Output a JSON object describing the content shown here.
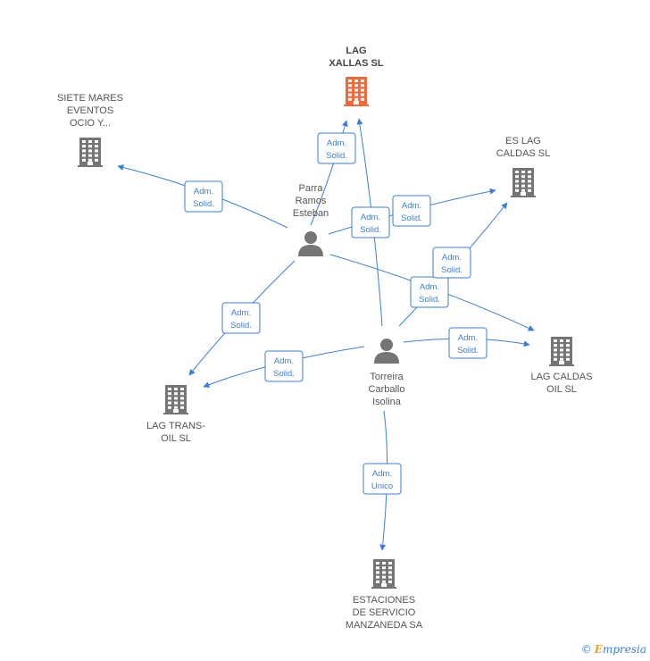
{
  "colors": {
    "company": "#757575",
    "main_company": "#f26a3a",
    "person": "#757575",
    "edge": "#3a7fd5"
  },
  "companies": [
    {
      "id": "lag_xallas",
      "label": [
        "LAG",
        "XALLAS SL"
      ],
      "main": true
    },
    {
      "id": "siete_mares",
      "label": [
        "SIETE MARES",
        "EVENTOS",
        "OCIO Y..."
      ]
    },
    {
      "id": "es_lag_caldas",
      "label": [
        "ES LAG",
        "CALDAS SL"
      ]
    },
    {
      "id": "lag_caldas_oil",
      "label": [
        "LAG CALDAS",
        "OIL SL"
      ]
    },
    {
      "id": "lag_trans_oil",
      "label": [
        "LAG TRANS-",
        "OIL SL"
      ]
    },
    {
      "id": "estaciones",
      "label": [
        "ESTACIONES",
        "DE SERVICIO",
        "MANZANEDA SA"
      ]
    }
  ],
  "persons": [
    {
      "id": "parra",
      "label": [
        "Parra",
        "Ramos",
        "Esteban"
      ]
    },
    {
      "id": "torreira",
      "label": [
        "Torreira",
        "Carballo",
        "Isolina"
      ]
    }
  ],
  "edges": [
    {
      "from": "parra",
      "to": "lag_xallas",
      "label": [
        "Adm.",
        "Solid."
      ]
    },
    {
      "from": "parra",
      "to": "siete_mares",
      "label": [
        "Adm.",
        "Solid."
      ]
    },
    {
      "from": "parra",
      "to": "es_lag_caldas",
      "label": [
        "Adm.",
        "Solid."
      ]
    },
    {
      "from": "parra",
      "to": "lag_caldas_oil",
      "label": [
        "Adm.",
        "Solid."
      ]
    },
    {
      "from": "parra",
      "to": "lag_trans_oil",
      "label": [
        "Adm.",
        "Solid."
      ]
    },
    {
      "from": "torreira",
      "to": "lag_xallas",
      "label": [
        "Adm.",
        "Solid."
      ]
    },
    {
      "from": "torreira",
      "to": "es_lag_caldas",
      "label": [
        "Adm.",
        "Solid."
      ]
    },
    {
      "from": "torreira",
      "to": "lag_caldas_oil",
      "label": [
        "Adm.",
        "Solid."
      ]
    },
    {
      "from": "torreira",
      "to": "lag_trans_oil",
      "label": [
        "Adm.",
        "Solid."
      ]
    },
    {
      "from": "torreira",
      "to": "estaciones",
      "label": [
        "Adm.",
        "Unico"
      ]
    }
  ],
  "brand": {
    "copyright": "©",
    "initial": "E",
    "rest": "mpresia"
  }
}
